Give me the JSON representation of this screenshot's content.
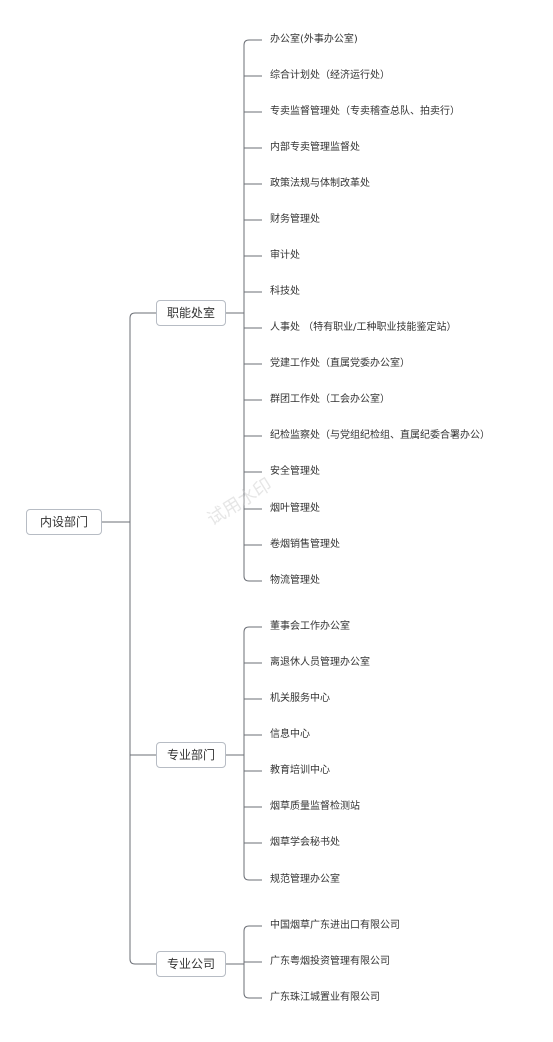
{
  "root": {
    "label": "内设部门"
  },
  "watermark": "试用水印",
  "branches": [
    {
      "label": "职能处室",
      "items": [
        "办公室(外事办公室)",
        "综合计划处（经济运行处）",
        "专卖监督管理处（专卖稽查总队、拍卖行）",
        "内部专卖管理监督处",
        "政策法规与体制改革处",
        "财务管理处",
        "审计处",
        "科技处",
        "人事处 （特有职业/工种职业技能鉴定站）",
        "党建工作处（直属党委办公室）",
        "群团工作处（工会办公室）",
        "纪检监察处（与党组纪检组、直属纪委合署办公）",
        "安全管理处",
        "烟叶管理处",
        "卷烟销售管理处",
        "物流管理处"
      ]
    },
    {
      "label": "专业部门",
      "items": [
        "董事会工作办公室",
        "离退休人员管理办公室",
        "机关服务中心",
        "信息中心",
        "教育培训中心",
        "烟草质量监督检测站",
        "烟草学会秘书处",
        "规范管理办公室"
      ]
    },
    {
      "label": "专业公司",
      "items": [
        "中国烟草广东进出口有限公司",
        "广东粤烟投资管理有限公司",
        "广东珠江城置业有限公司"
      ]
    }
  ],
  "colors": {
    "line": "#6b6f76",
    "node_border": "#b7bcc4",
    "text": "#333333",
    "watermark": "#c9c9c9"
  }
}
